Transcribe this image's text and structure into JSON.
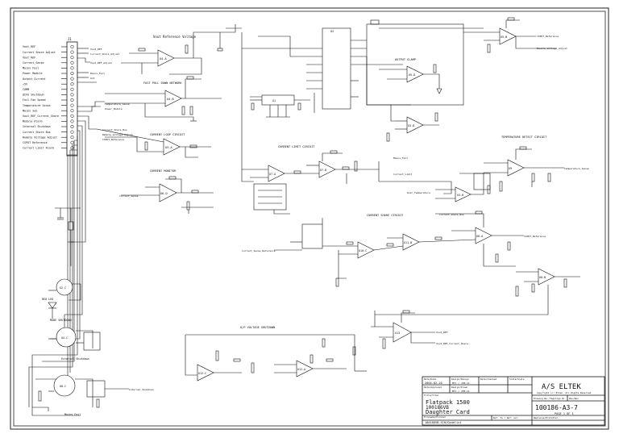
{
  "connector": {
    "ref": "J1",
    "pins": [
      "Vout_REF",
      "Current Share Adjust",
      "Vout_REF",
      "Current_Sense",
      "Mains Fail",
      "Power Module",
      "Output Current",
      "+5V",
      "COMM",
      "OCFE Shutdown",
      "Fail Fan Speed",
      "Temperature Sense",
      "Mains Sub",
      "Vout_REF_Current_Share",
      "Module Alarm",
      "Internal Shutdown",
      "Current Share Bus",
      "Remote Voltage Adjust",
      "CSPOT Reference",
      "Current Limit Alarm"
    ]
  },
  "blocks": {
    "ref_voltage": "Vout Reference Voltage",
    "fast_pull": "FAST PULL DOWN NETWORK",
    "current_loop": "CURRENT LOOP CIRCUIT",
    "current_limit": "CURRENT LIMIT CIRCUIT",
    "current_monitor": "CURRENT MONITOR",
    "temp_detect": "TEMPERATURE DETECT CIRCUIT",
    "current_share": "CURRENT SHARE CIRCUIT",
    "overvoltage": "O/P VOLTAGE SHUTDOWN",
    "output_clamp": "OUTPUT CLAMP",
    "red_led": "RED LED",
    "mode_shutdown": "MODE SHUTDOWN",
    "external_shutdown": "External Shutdown",
    "mains_fail": "Mains Fail"
  },
  "net_labels": {
    "vout_ref": "Vout_REF",
    "vout_ref_adj": "Vout_REF_Adjust",
    "current_share_adj": "Current_Share_Adjust",
    "mains_fail": "Mains_Fail",
    "power_module": "Power_Module",
    "out": "Out",
    "temp_sense": "Temperature_Sense",
    "current_share_bus": "Current_Share_Bus",
    "remote_v_adj": "Remote_Voltage_Adjust",
    "cspot_ref": "CSPOT_Reference",
    "current_sense": "Current_Sense",
    "internal_shutdown": "Internal_Shutdown",
    "current_limit": "Current_Limit",
    "vout_ref_current_share": "Vout_REF_Current_Share",
    "over_temp": "Over_Temperature",
    "current_sense_ref": "Current_Sense_Reference"
  },
  "components": {
    "u1": "U1",
    "ic_top": "U2",
    "u4a": "U4-A",
    "u4b": "U4-B",
    "u3a": "U3-A",
    "u3b": "U3-B",
    "u5b": "U5-B",
    "u6": "U6-D",
    "u7a": "U7-A",
    "u7b": "U7-B",
    "u8a": "U8-A",
    "u8b": "U8-B",
    "u9": "U9",
    "u10": "U10-C",
    "u11": "U11-B",
    "u13": "U13",
    "uclamp": "U5-D",
    "ureg": "U3-D",
    "uex": "U9-C",
    "uc1": "U2-C",
    "uc2": "U4-C",
    "umod": "U8-C",
    "u12": "U12-C",
    "u12b": "U12-A",
    "q1": "Q1",
    "d1": "D1",
    "mains_ic": "U8-D"
  },
  "title_block": {
    "lbl_date": "Date/Date",
    "date": "2004-02-10",
    "lbl_approved": "Date/Approved",
    "lbl_designer": "Design/Design",
    "designer": "MTC / JTB-11",
    "lbl_drawn": "Design/Drawn",
    "drawn": "MTC / JTB-11",
    "lbl_checked": "Date/Checked",
    "lbl_scale": "Scale/Scale",
    "lbl_title": "Title/Titel",
    "title_1": "Flatpack 1500",
    "title_2": "100186VB",
    "title_3": "Daughter Card",
    "lbl_filename": "Filename/Filnavn",
    "filename": "100186VB.SCH/Codelist",
    "lbl_ref": "Ref. to / Ref. ser.",
    "company": "A/S ELTEK",
    "copyright": "Copyright (c) Eltek. All Rights Reserved",
    "lbl_drawing_no": "Drawing No./Tegnings Nr.",
    "lbl_rev": "Rev/Rev",
    "drawing_no": "100186-A3-7",
    "page": "PAGE 1 OF 1",
    "lbl_replaces": "Replaces/Erstatter"
  }
}
